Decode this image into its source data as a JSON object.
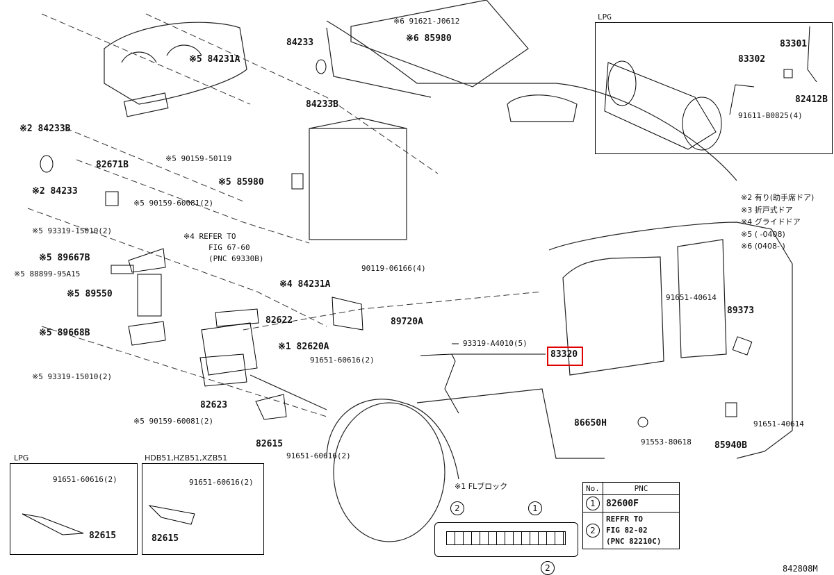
{
  "lpg_inset_top": {
    "title": "LPG",
    "labels": [
      "83301",
      "83302",
      "82412B",
      "91611-B0825(4)"
    ]
  },
  "callouts": {
    "p84233_top": "84233",
    "p84231A_top": "※5 84231A",
    "p84233B_top": "84233B",
    "p91621": "※6 91621-J0612",
    "p85980_top": "※6 85980",
    "p84233B_left": "※2 84233B",
    "p84233_left": "※2 84233",
    "p82671B": "82671B",
    "p90159_50119": "※5 90159-50119",
    "p85980_mid": "※5 85980",
    "p90159_60081a": "※5 90159-60081(2)",
    "p93319_a": "※5 93319-15010(2)",
    "p89667B": "※5 89667B",
    "p88899": "※5 88899-95A15",
    "p89550": "※5 89550",
    "p89668B": "※5 89668B",
    "p93319_b": "※5 93319-15010(2)",
    "p90159_60081b": "※5 90159-60081(2)",
    "p82623": "82623",
    "p82615": "82615",
    "p91651_60616_bot": "91651-60616(2)",
    "refer1": "※4 REFER TO",
    "refer2": "FIG 67-60",
    "refer3": "(PNC 69330B)",
    "p84231A_mid": "※4 84231A",
    "p82622": "82622",
    "p82620A": "※1 82620A",
    "p91651_60616_mid": "91651-60616(2)",
    "p90119": "90119-06166(4)",
    "p89720A": "89720A",
    "p93319_A4010": "93319-A4010(5)",
    "p83320": "83320",
    "p91651_40614a": "91651-40614",
    "p89373": "89373",
    "p86650H": "86650H",
    "p91553": "91553-80618",
    "p85940B": "85940B",
    "p91651_40614b": "91651-40614"
  },
  "notes": [
    "※2  有り(助手席ドア)",
    "※3  折戸式ドア",
    "※4  グライドドア",
    "※5  (      -0408)",
    "※6  (0408-      )"
  ],
  "lpg_inset_bottom": {
    "title": "LPG",
    "bolt": "91651-60616(2)",
    "part": "82615"
  },
  "hdb_inset": {
    "title": "HDB51,HZB51,XZB51",
    "bolt": "91651-60616(2)",
    "part": "82615"
  },
  "fl_block": {
    "title": "※1  FLブロック",
    "mark1": "2",
    "mark2": "1",
    "mark3": "2"
  },
  "table": {
    "col_no": "No.",
    "col_pnc": "PNC",
    "rows": [
      {
        "no": "1",
        "pnc": "82600F"
      },
      {
        "no": "2",
        "pnc_l1": "REFFR TO",
        "pnc_l2": "FIG 82-02",
        "pnc_l3": "(PNC 82210C)"
      }
    ]
  },
  "fig_code": "842808M",
  "highlight_color": "#e00000"
}
